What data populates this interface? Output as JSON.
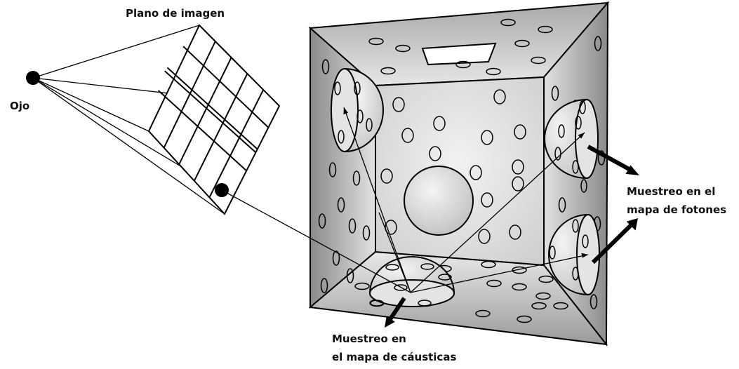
{
  "labels": {
    "image_plane": "Plano de imagen",
    "eye": "Ojo",
    "photon_map_line1": "Muestreo en el",
    "photon_map_line2": "mapa de fotones",
    "caustic_map_line1": "Muestreo en",
    "caustic_map_line2": "el mapa de cáusticas"
  }
}
